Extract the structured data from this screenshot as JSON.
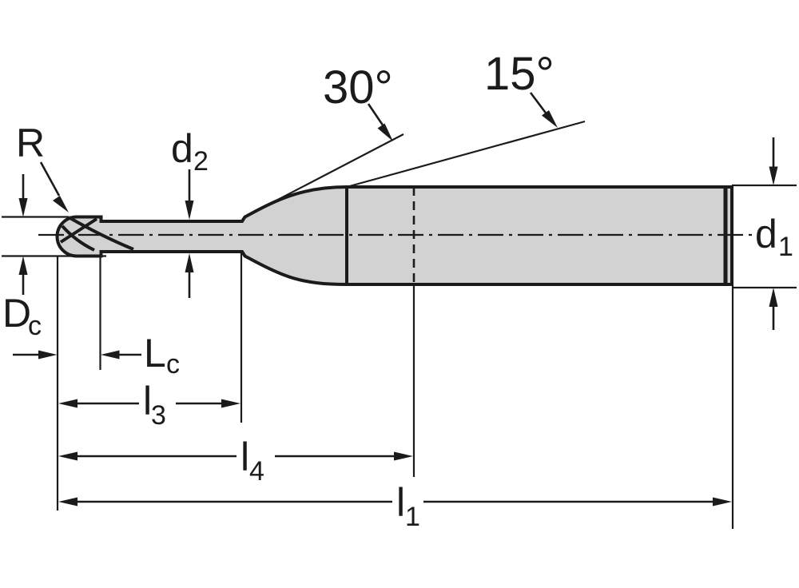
{
  "diagram": {
    "type": "end-mill-dimension-drawing",
    "colors": {
      "line": "#1b1b1b",
      "fill": "#d2d2d2",
      "background": "#ffffff"
    },
    "labels": {
      "corner_radius": "R",
      "taper_angle_primary": "30°",
      "taper_angle_secondary": "15°",
      "neck_diameter_base": "d",
      "neck_diameter_sub": "2",
      "shank_diameter_base": "d",
      "shank_diameter_sub": "1",
      "cutting_diameter_base": "D",
      "cutting_diameter_sub": "c",
      "cutting_length_base": "L",
      "cutting_length_sub": "c",
      "neck_length_base": "l",
      "neck_length_sub": "3",
      "protrusion_length_base": "l",
      "protrusion_length_sub": "4",
      "overall_length_base": "l",
      "overall_length_sub": "1"
    }
  }
}
